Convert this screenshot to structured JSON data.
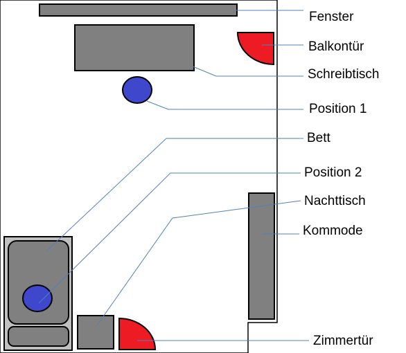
{
  "labels": {
    "window": "Fenster",
    "balcony_door": "Balkontür",
    "desk": "Schreibtisch",
    "position_1": "Position 1",
    "bed": "Bett",
    "position_2": "Position 2",
    "nightstand": "Nachttisch",
    "dresser": "Kommode",
    "room_door": "Zimmertür"
  },
  "colors": {
    "furniture": "#808080",
    "bed_frame": "#c0c0c0",
    "door": "#ed1c24",
    "position_marker": "#3f48cc",
    "leader_line": "#4f81bd"
  }
}
